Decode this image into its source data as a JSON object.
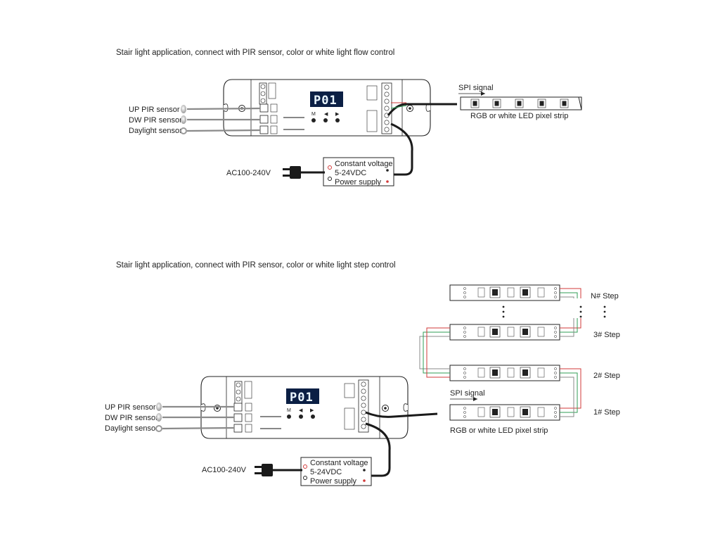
{
  "colors": {
    "line": "#222222",
    "wire_gray": "#8a8a8a",
    "wire_red": "#d23a3a",
    "wire_green": "#2f9e55",
    "wire_blue": "#3a6fd2",
    "cable": "#1a1a1a",
    "lcd_bg": "#0b1f44",
    "lcd_text": "#eaf6ff"
  },
  "top_diagram": {
    "title": "Stair light application, connect with PIR sensor, color or white light flow control",
    "display_text": "P01",
    "buttons": [
      "M",
      "◀",
      "▶"
    ],
    "sensors": [
      "UP PIR sensor",
      "DW PIR sensor",
      "Daylight sensor"
    ],
    "spi_label": "SPI signal",
    "strip_label": "RGB or white LED pixel strip",
    "ac_label": "AC100-240V",
    "power_supply": [
      "Constant voltage",
      "5-24VDC",
      "Power supply"
    ]
  },
  "bottom_diagram": {
    "title": "Stair light application, connect with PIR sensor, color or white light step control",
    "display_text": "P01",
    "buttons": [
      "M",
      "◀",
      "▶"
    ],
    "sensors": [
      "UP PIR sensor",
      "DW PIR sensor",
      "Daylight sensor"
    ],
    "spi_label": "SPI signal",
    "strip_label": "RGB or white LED pixel strip",
    "ac_label": "AC100-240V",
    "power_supply": [
      "Constant voltage",
      "5-24VDC",
      "Power supply"
    ],
    "steps": [
      "N# Step",
      "3# Step",
      "2# Step",
      "1# Step"
    ]
  }
}
